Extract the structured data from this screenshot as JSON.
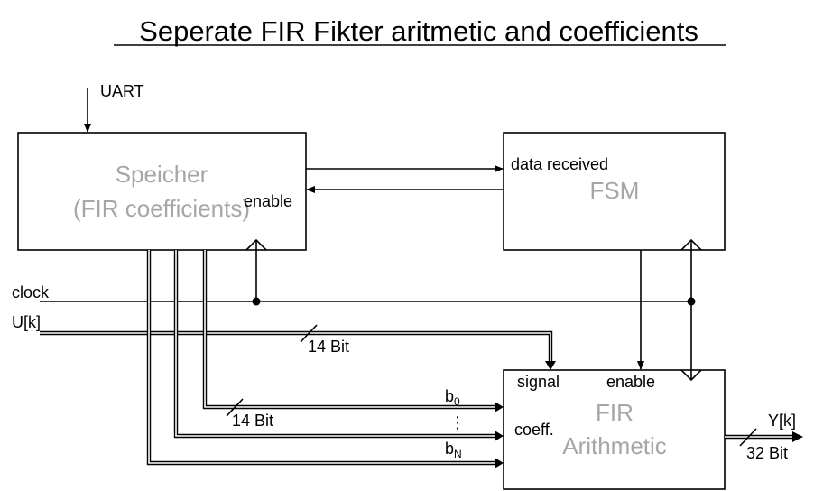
{
  "title": "Seperate FIR Fikter aritmetic and coefficients",
  "inputs": {
    "uart": "UART",
    "clock": "clock",
    "signal_in": "U[k]"
  },
  "blocks": {
    "speicher": {
      "line1": "Speicher",
      "line2": "(FIR coefficients)",
      "enable": "enable"
    },
    "fsm": {
      "name": "FSM",
      "data_received": "data received"
    },
    "fir": {
      "line1": "FIR",
      "line2": "Arithmetic",
      "signal": "signal",
      "enable": "enable",
      "coeff": "coeff."
    }
  },
  "buses": {
    "signal_width": "14 Bit",
    "coeff_width": "14 Bit",
    "output_width": "32 Bit"
  },
  "coefficients": {
    "first": {
      "base": "b",
      "sub": "0"
    },
    "dots": "⋮",
    "last": {
      "base": "b",
      "sub": "N"
    }
  },
  "output": "Y[k]"
}
